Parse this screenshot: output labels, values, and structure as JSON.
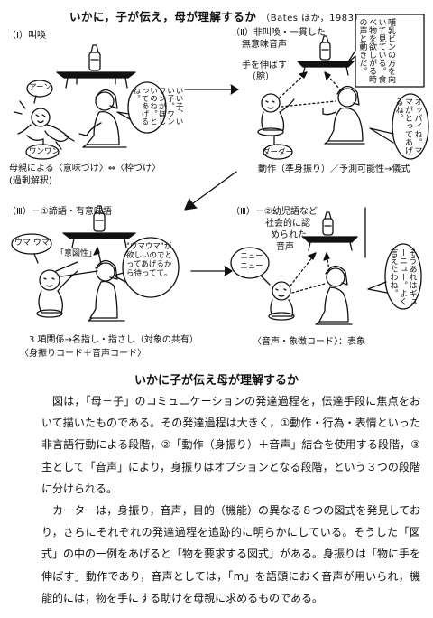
{
  "title": "いかに，子が伝え，母が理解するか",
  "citation": "（Bates ほか，1983）",
  "panels": [
    {
      "label": "（Ⅰ）叫喚",
      "baby_sound1": "アーン",
      "baby_sound2": "ワンワン",
      "mother_speech": "いい子、いい子。ワンワンがほしいのね。とってあげるね。",
      "caption1": "母親による〈意味づけ〉⇔〈枠づけ〉",
      "caption2": "(過剰解釈)"
    },
    {
      "label1": "（Ⅱ）非叫喚・一貫した",
      "label2": "無意味音声",
      "reach1": "手を伸ばす",
      "reach2": "（腕）",
      "note": "哺乳ビンの方を向いて見ている。食べ物を欲しがる時の声と動きだ。",
      "baby_sound": "ダーダー",
      "mother_speech": "オッパイね。ママがとってあげるね。",
      "caption": "動作（準身振り）／予測可能性→儀式"
    },
    {
      "label": "（Ⅲ）－①諦語・有意味語",
      "baby_sound": "ウマ ウマ",
      "intent": "「意図性」",
      "mother_speech": "\"ウマウマ\"が欲しいのでとってあげるから待ってて。",
      "caption1": "3 項関係→名指し・指さし（対象の共有）",
      "caption2": "〈身振りコード＋音声コード〉"
    },
    {
      "label1": "（Ⅲ）－②幼児語など",
      "label2": "社会的に認",
      "label3": "められた",
      "label4": "音声",
      "baby_sound": "ニュー ニュー",
      "mother_speech": "そうあれはギューニュー。よく言えたわね。",
      "caption": "〈音声・象徴コード〉：表象"
    }
  ],
  "body": {
    "heading": "いかに子が伝え母が理解するか",
    "paragraphs": [
      "図は，「母－子」のコミュニケーションの発達過程を，伝達手段に焦点をおいて描いたものである。その発達過程は大きく，①動作・行為・表情といった非言語行動による段階，②「動作（身振り）＋音声」結合を使用する段階，③主として「音声」により，身振りはオプションとなる段階，という３つの段階に分けられる。",
      "カーターは，身振り，音声，目的（機能）の異なる８つの図式を発見しており，さらにそれぞれの発達過程を追跡的に明らかにしている。そうした「図式」の中の一例をあげると「物を要求する図式」がある。身振りは「物に手を伸ばす」動作であり，音声としては，「m」を語頭におく音声が用いられ，機能的には，物を手にする助けを母親に求めるものである。"
    ]
  }
}
